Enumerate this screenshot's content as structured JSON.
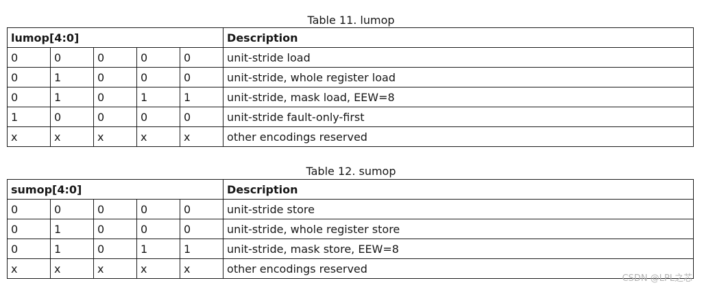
{
  "table11": {
    "caption": "Table 11. lumop",
    "header": {
      "field": "lumop[4:0]",
      "description": "Description"
    },
    "rows": [
      {
        "bits": [
          "0",
          "0",
          "0",
          "0",
          "0"
        ],
        "description": "unit-stride load"
      },
      {
        "bits": [
          "0",
          "1",
          "0",
          "0",
          "0"
        ],
        "description": "unit-stride, whole register load"
      },
      {
        "bits": [
          "0",
          "1",
          "0",
          "1",
          "1"
        ],
        "description": "unit-stride, mask load, EEW=8"
      },
      {
        "bits": [
          "1",
          "0",
          "0",
          "0",
          "0"
        ],
        "description": "unit-stride fault-only-first"
      },
      {
        "bits": [
          "x",
          "x",
          "x",
          "x",
          "x"
        ],
        "description": "other encodings reserved"
      }
    ]
  },
  "table12": {
    "caption": "Table 12. sumop",
    "header": {
      "field": "sumop[4:0]",
      "description": "Description"
    },
    "rows": [
      {
        "bits": [
          "0",
          "0",
          "0",
          "0",
          "0"
        ],
        "description": "unit-stride store"
      },
      {
        "bits": [
          "0",
          "1",
          "0",
          "0",
          "0"
        ],
        "description": "unit-stride, whole register store"
      },
      {
        "bits": [
          "0",
          "1",
          "0",
          "1",
          "1"
        ],
        "description": "unit-stride, mask store, EEW=8"
      },
      {
        "bits": [
          "x",
          "x",
          "x",
          "x",
          "x"
        ],
        "description": "other encodings reserved"
      }
    ]
  },
  "watermark": "CSDN @LPL之芯"
}
